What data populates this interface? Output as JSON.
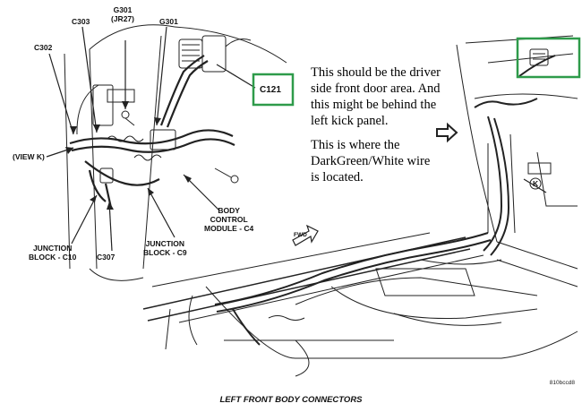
{
  "labels": {
    "c303": "C303",
    "g301_jr27": "G301\n(JR27)",
    "g301": "G301",
    "c302": "C302",
    "view_k": "(VIEW K)",
    "c121": "C121",
    "body_control_module": "BODY\nCONTROL\nMODULE - C4",
    "junction_block_c9": "JUNCTION\nBLOCK - C9",
    "junction_block_c10": "JUNCTION\nBLOCK - C10",
    "c307": "C307",
    "fwd": "FWD",
    "view_k_marker": "K"
  },
  "notes": {
    "note1": "This should be the driver\nside front door area. And\nthis might be behind the\nleft kick panel.",
    "note2": "This is where the\nDarkGreen/White wire\nis located."
  },
  "caption": "LEFT FRONT BODY CONNECTORS",
  "figure_id": "810bccd8",
  "colors": {
    "highlight_box": "#2e9b4a",
    "line": "#222222"
  },
  "icons": {
    "arrow": "outline-right-arrow-icon",
    "fwd_arrow": "fwd-arrow-icon"
  }
}
